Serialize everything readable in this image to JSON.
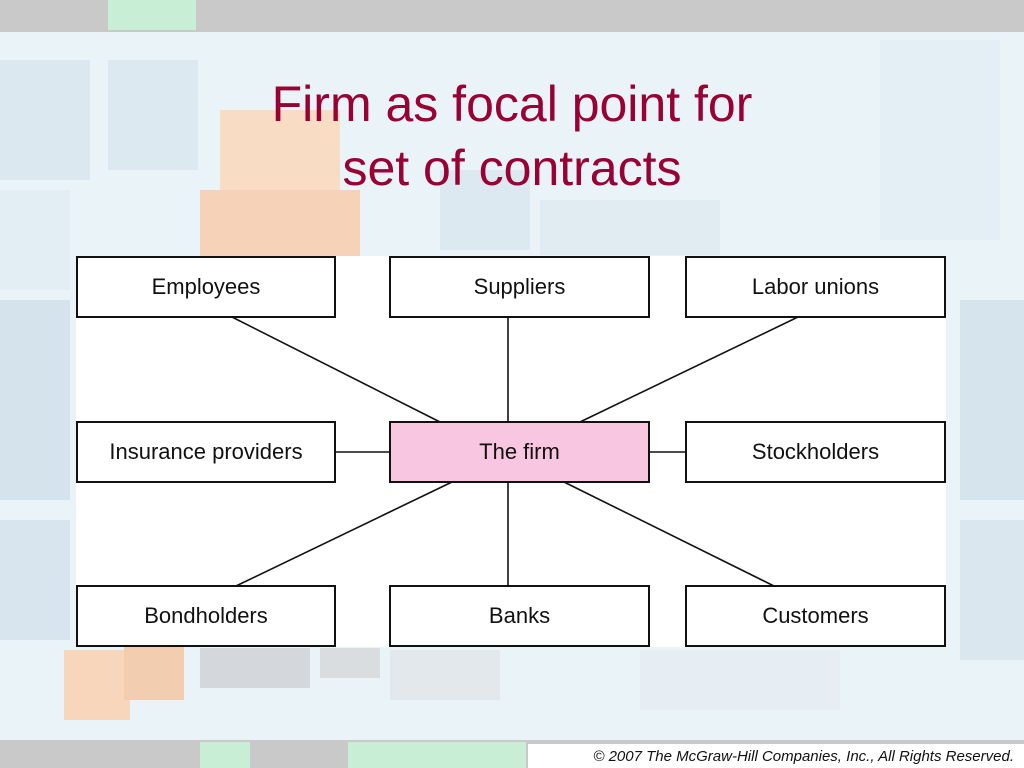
{
  "slide": {
    "title_line1": "Firm as focal point for",
    "title_line2": "set of contracts",
    "footer": "© 2007 The McGraw-Hill Companies, Inc., All Rights Reserved."
  },
  "colors": {
    "title": "#990033",
    "center_fill": "#f8c6e0",
    "box_border": "#111111",
    "background": "#eaf3f8"
  },
  "diagram": {
    "center": "The firm",
    "nodes": {
      "employees": "Employees",
      "suppliers": "Suppliers",
      "labor_unions": "Labor unions",
      "insurance_providers": "Insurance providers",
      "stockholders": "Stockholders",
      "bondholders": "Bondholders",
      "banks": "Banks",
      "customers": "Customers"
    }
  }
}
